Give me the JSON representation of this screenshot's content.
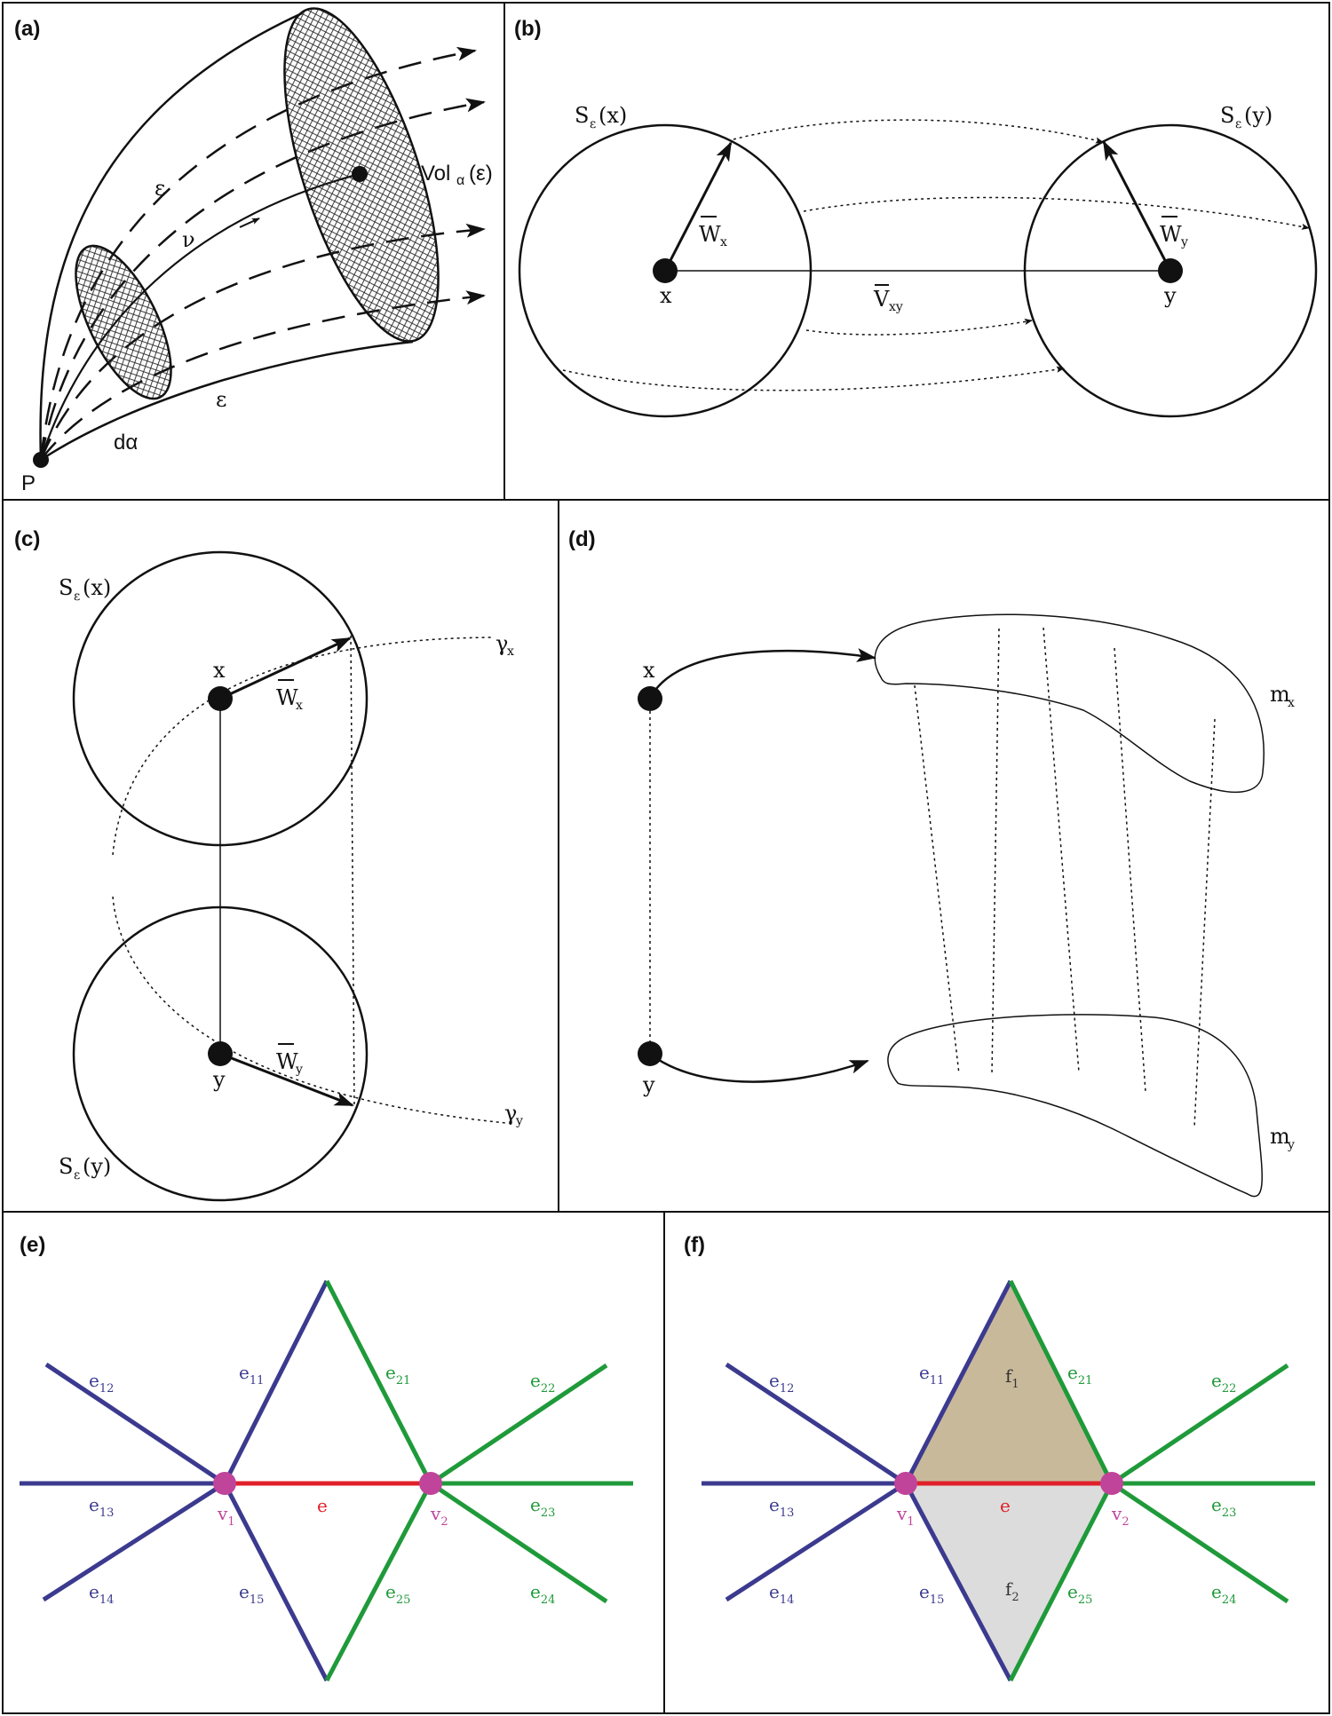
{
  "panels": {
    "a": {
      "label": "(a)",
      "epsilon_top": "ε",
      "epsilon_bottom": "ε",
      "nu": "ν",
      "d_alpha": "dα",
      "point_p": "P",
      "vol_main": "Vol",
      "vol_sub": "α",
      "vol_arg": "(ε)"
    },
    "b": {
      "label": "(b)",
      "s_left_main": "S",
      "s_left_sub": "ε",
      "s_left_arg": "(x)",
      "s_right_main": "S",
      "s_right_sub": "ε",
      "s_right_arg": "(y)",
      "wx_main": "W",
      "wx_sub": "x",
      "wy_main": "W",
      "wy_sub": "y",
      "vxy_main": "V",
      "vxy_sub": "xy",
      "x": "x",
      "y": "y"
    },
    "c": {
      "label": "(c)",
      "s_top_main": "S",
      "s_top_sub": "ε",
      "s_top_arg": "(x)",
      "s_bot_main": "S",
      "s_bot_sub": "ε",
      "s_bot_arg": "(y)",
      "x": "x",
      "y": "y",
      "wx_main": "W",
      "wx_sub": "x",
      "wy_main": "W",
      "wy_sub": "y",
      "gx_main": "γ",
      "gx_sub": "x",
      "gy_main": "γ",
      "gy_sub": "y"
    },
    "d": {
      "label": "(d)",
      "x": "x",
      "y": "y",
      "mx_main": "m",
      "mx_sub": "x",
      "my_main": "m",
      "my_sub": "y"
    },
    "e": {
      "label": "(e)",
      "edges": {
        "e11": "11",
        "e12": "12",
        "e13": "13",
        "e14": "14",
        "e15": "15",
        "e21": "21",
        "e22": "22",
        "e23": "23",
        "e24": "24",
        "e25": "25"
      },
      "e_main": "e",
      "v1_main": "v",
      "v1_sub": "1",
      "v2_main": "v",
      "v2_sub": "2"
    },
    "f": {
      "label": "(f)",
      "edges": {
        "e11": "11",
        "e12": "12",
        "e13": "13",
        "e14": "14",
        "e15": "15",
        "e21": "21",
        "e22": "22",
        "e23": "23",
        "e24": "24",
        "e25": "25"
      },
      "e_main": "e",
      "v1_main": "v",
      "v1_sub": "1",
      "v2_main": "v",
      "v2_sub": "2",
      "f1_main": "f",
      "f1_sub": "1",
      "f2_main": "f",
      "f2_sub": "2"
    }
  },
  "colors": {
    "purple_edge": "#3b3a8f",
    "green_edge": "#1f9a3a",
    "red_edge": "#e0202a",
    "vertex": "#c0449a",
    "face_f1": "#c9b99b",
    "face_f2": "#dcdcdc"
  }
}
